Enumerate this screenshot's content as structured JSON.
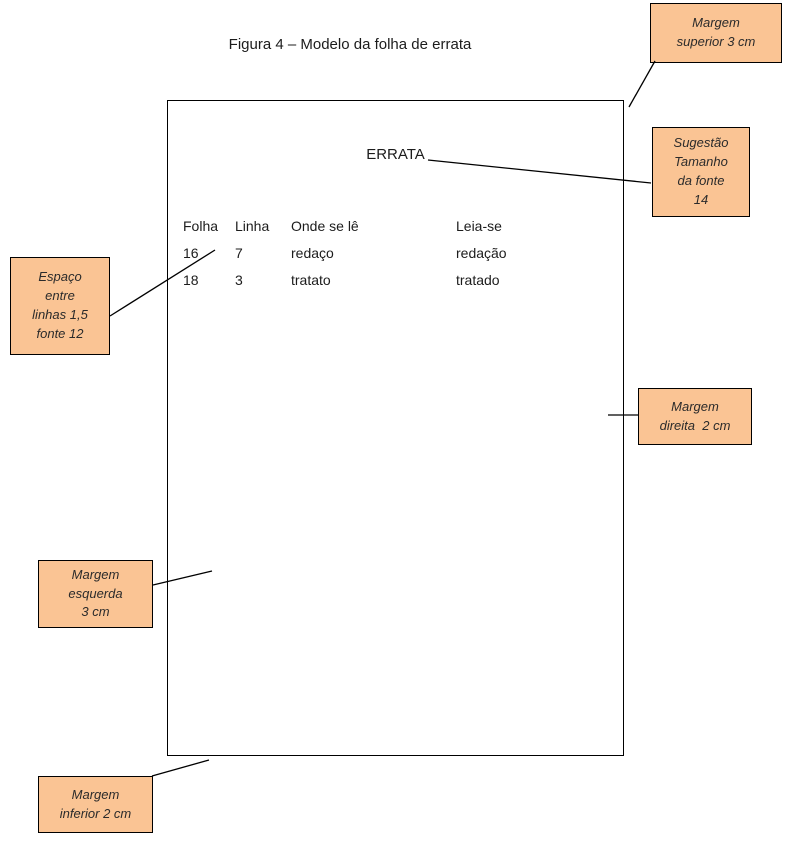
{
  "figure": {
    "caption": "Figura 4 – Modelo da folha de errata"
  },
  "errata_page": {
    "title": "ERRATA",
    "table": {
      "headers": [
        "Folha",
        "Linha",
        "Onde se lê",
        "Leia-se"
      ],
      "rows": [
        [
          "16",
          "7",
          "redaço",
          "redação"
        ],
        [
          "18",
          "3",
          "tratato",
          "tratado"
        ]
      ]
    }
  },
  "annotations": {
    "margem_superior": "Margem\nsuperior 3 cm",
    "sugestao_fonte": "Sugestão\nTamanho\nda fonte\n14",
    "espaco_linhas": "Espaço\nentre\nlinhas 1,5\nfonte 12",
    "margem_direita": "Margem\ndireita  2 cm",
    "margem_esquerda": "Margem\nesquerda\n3 cm",
    "margem_inferior": "Margem\ninferior 2 cm"
  },
  "colors": {
    "annotation_bg": "#FAC494",
    "line": "#000000"
  }
}
